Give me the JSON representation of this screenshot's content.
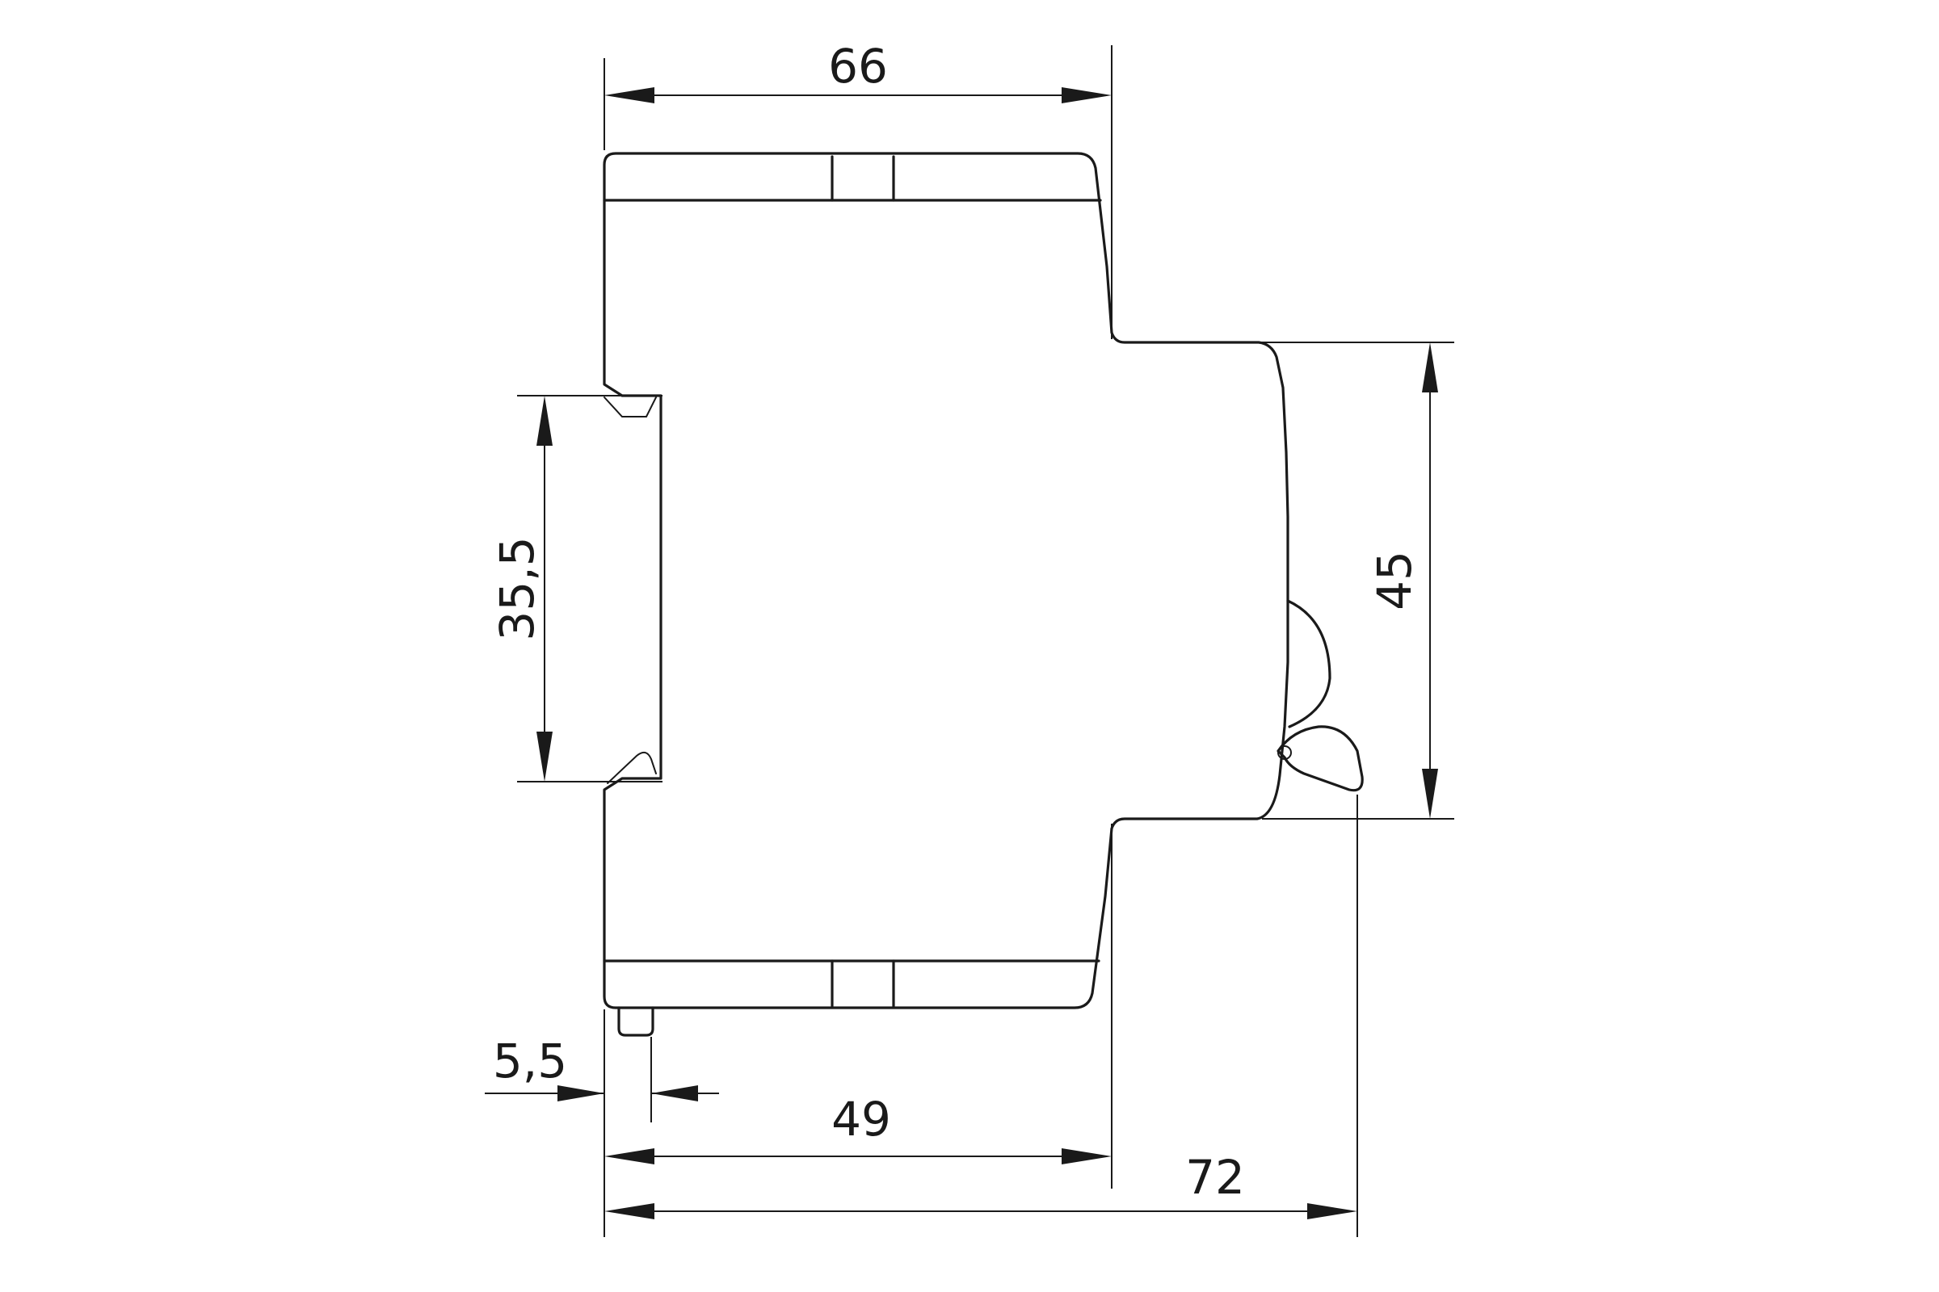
{
  "diagram": {
    "dimensions": {
      "top_width": "66",
      "din_rail_height": "35,5",
      "front_height": "45",
      "terminal_offset": "5,5",
      "base_depth": "49",
      "total_depth": "72"
    }
  }
}
